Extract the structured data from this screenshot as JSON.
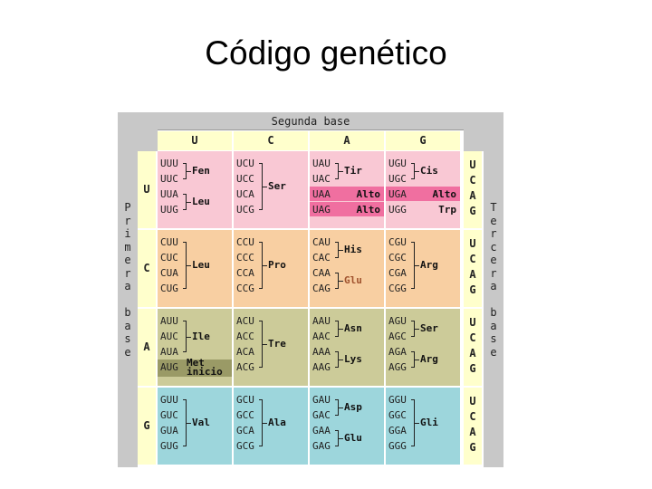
{
  "title": "Código genético",
  "header": {
    "second_base": "Segunda base"
  },
  "columns": [
    "U",
    "C",
    "A",
    "G"
  ],
  "first_base_label": [
    "P",
    "r",
    "i",
    "m",
    "e",
    "r",
    "a",
    "",
    "b",
    "a",
    "s",
    "e"
  ],
  "third_base_label": [
    "T",
    "e",
    "r",
    "c",
    "e",
    "r",
    "a",
    "",
    "b",
    "a",
    "s",
    "e"
  ],
  "rows": [
    {
      "base": "U",
      "third": [
        "U",
        "C",
        "A",
        "G"
      ],
      "cells": [
        {
          "codons": [
            "UUU",
            "UUC",
            "UUA",
            "UUG"
          ],
          "groups": [
            {
              "label": "Fen",
              "span": [
                0,
                1
              ]
            },
            {
              "label": "Leu",
              "span": [
                2,
                3
              ]
            }
          ]
        },
        {
          "codons": [
            "UCU",
            "UCC",
            "UCA",
            "UCG"
          ],
          "groups": [
            {
              "label": "Ser",
              "span": [
                0,
                3
              ]
            }
          ]
        },
        {
          "codons": [
            "UAU",
            "UAC",
            "UAA",
            "UAG"
          ],
          "groups": [
            {
              "label": "Tir",
              "span": [
                0,
                1
              ]
            }
          ],
          "inline": [
            {
              "row": 2,
              "label": "Alto"
            },
            {
              "row": 3,
              "label": "Alto"
            }
          ]
        },
        {
          "codons": [
            "UGU",
            "UGC",
            "UGA",
            "UGG"
          ],
          "groups": [
            {
              "label": "Cis",
              "span": [
                0,
                1
              ]
            }
          ],
          "inline": [
            {
              "row": 2,
              "label": "Alto"
            },
            {
              "row": 3,
              "label": "Trp"
            }
          ]
        }
      ]
    },
    {
      "base": "C",
      "third": [
        "U",
        "C",
        "A",
        "G"
      ],
      "cells": [
        {
          "codons": [
            "CUU",
            "CUC",
            "CUA",
            "CUG"
          ],
          "groups": [
            {
              "label": "Leu",
              "span": [
                0,
                3
              ]
            }
          ]
        },
        {
          "codons": [
            "CCU",
            "CCC",
            "CCA",
            "CCG"
          ],
          "groups": [
            {
              "label": "Pro",
              "span": [
                0,
                3
              ]
            }
          ]
        },
        {
          "codons": [
            "CAU",
            "CAC",
            "CAA",
            "CAG"
          ],
          "groups": [
            {
              "label": "His",
              "span": [
                0,
                1
              ]
            },
            {
              "label": "Glu",
              "span": [
                2,
                3
              ]
            }
          ]
        },
        {
          "codons": [
            "CGU",
            "CGC",
            "CGA",
            "CGG"
          ],
          "groups": [
            {
              "label": "Arg",
              "span": [
                0,
                3
              ]
            }
          ]
        }
      ]
    },
    {
      "base": "A",
      "third": [
        "U",
        "C",
        "A",
        "G"
      ],
      "cells": [
        {
          "codons": [
            "AUU",
            "AUC",
            "AUA",
            "AUG"
          ],
          "groups": [
            {
              "label": "Ile",
              "span": [
                0,
                2
              ]
            }
          ],
          "met": [
            "Met",
            "inicio"
          ]
        },
        {
          "codons": [
            "ACU",
            "ACC",
            "ACA",
            "ACG"
          ],
          "groups": [
            {
              "label": "Tre",
              "span": [
                0,
                3
              ]
            }
          ]
        },
        {
          "codons": [
            "AAU",
            "AAC",
            "AAA",
            "AAG"
          ],
          "groups": [
            {
              "label": "Asn",
              "span": [
                0,
                1
              ]
            },
            {
              "label": "Lys",
              "span": [
                2,
                3
              ]
            }
          ]
        },
        {
          "codons": [
            "AGU",
            "AGC",
            "AGA",
            "AGG"
          ],
          "groups": [
            {
              "label": "Ser",
              "span": [
                0,
                1
              ]
            },
            {
              "label": "Arg",
              "span": [
                2,
                3
              ]
            }
          ]
        }
      ]
    },
    {
      "base": "G",
      "third": [
        "U",
        "C",
        "A",
        "G"
      ],
      "cells": [
        {
          "codons": [
            "GUU",
            "GUC",
            "GUA",
            "GUG"
          ],
          "groups": [
            {
              "label": "Val",
              "span": [
                0,
                3
              ]
            }
          ]
        },
        {
          "codons": [
            "GCU",
            "GCC",
            "GCA",
            "GCG"
          ],
          "groups": [
            {
              "label": "Ala",
              "span": [
                0,
                3
              ]
            }
          ]
        },
        {
          "codons": [
            "GAU",
            "GAC",
            "GAA",
            "GAG"
          ],
          "groups": [
            {
              "label": "Asp",
              "span": [
                0,
                1
              ]
            },
            {
              "label": "Glu",
              "span": [
                2,
                3
              ]
            }
          ]
        },
        {
          "codons": [
            "GGU",
            "GGC",
            "GGA",
            "GGG"
          ],
          "groups": [
            {
              "label": "Gli",
              "span": [
                0,
                3
              ]
            }
          ]
        }
      ]
    }
  ],
  "colors": {
    "U": "#f9c8d4",
    "C": "#f8cfa2",
    "A": "#cccb99",
    "G": "#9dd6dc",
    "stop": "#f06fa0",
    "start": "#9a9a66",
    "glu_text": "#a0522d"
  }
}
